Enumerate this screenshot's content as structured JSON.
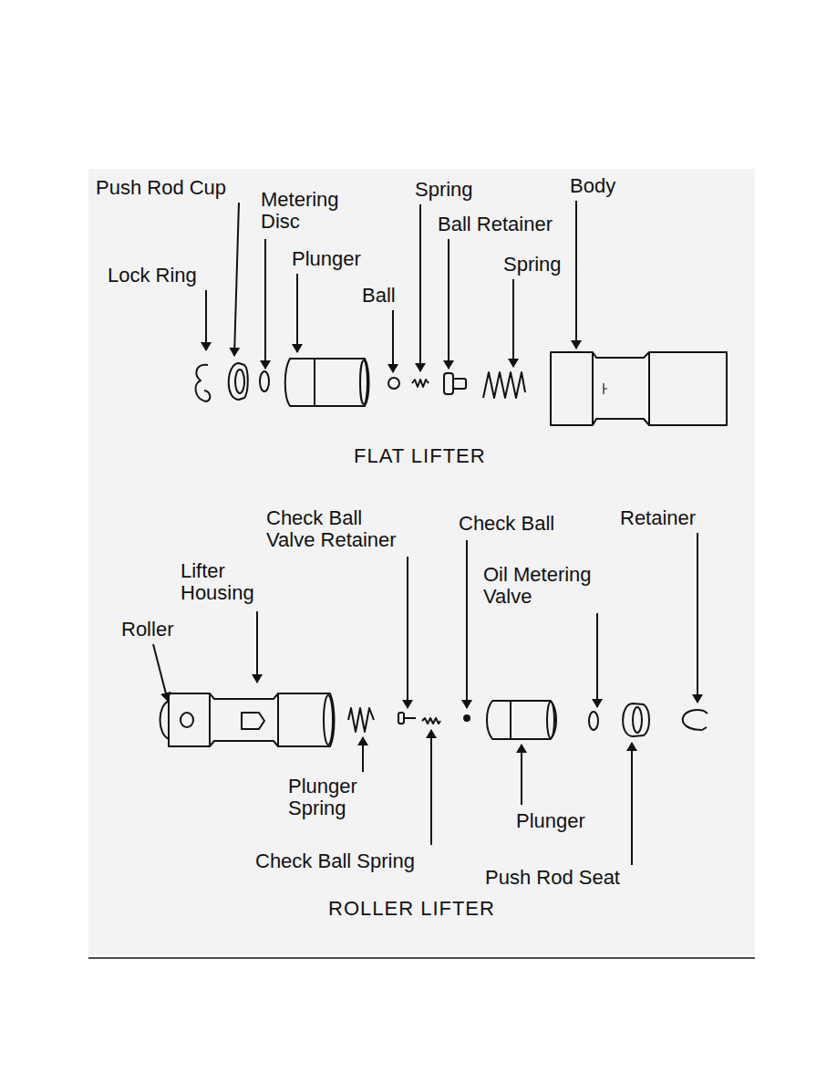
{
  "diagram": {
    "labels": [
      "Push Rod Cup",
      "Metering Disc",
      "Spring",
      "Body",
      "Ball Retainer",
      "Lock Ring",
      "Plunger",
      "Spring",
      "Ball",
      "FLAT LIFTER",
      "Check Ball Valve Retainer",
      "Check Ball",
      "Retainer",
      "Lifter Housing",
      "Oil Metering Valve",
      "Roller",
      "Plunger Spring",
      "Plunger",
      "Check Ball Spring",
      "Push Rod Seat",
      "ROLLER LIFTER"
    ]
  }
}
